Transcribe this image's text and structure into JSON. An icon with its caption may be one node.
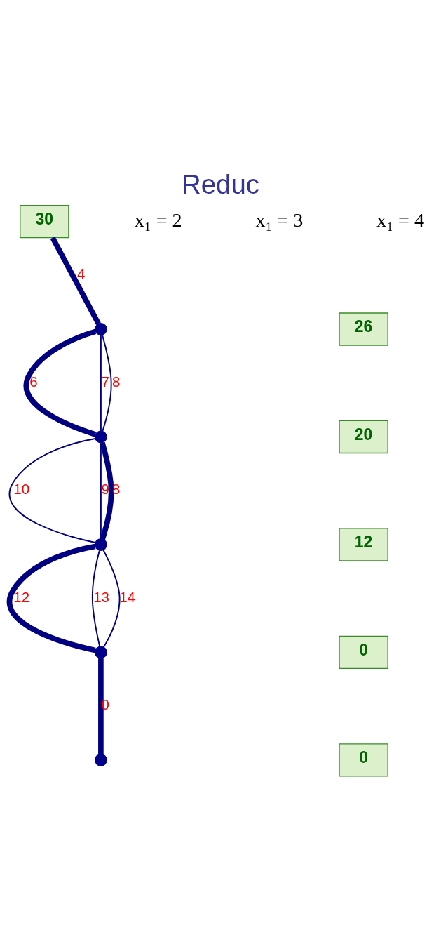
{
  "diagram": {
    "title": "Reduc",
    "nodes": [
      {
        "text": [
          "30"
        ]
      },
      {
        "text": [],
        "shape": "circle"
      },
      {
        "text": [
          "26"
        ]
      },
      {
        "text": [],
        "shape": "circle"
      },
      {
        "text": [
          "20"
        ]
      },
      {
        "text": [],
        "shape": "circle"
      },
      {
        "text": [
          "12"
        ]
      },
      {
        "text": [],
        "shape": "circle"
      },
      {
        "text": [
          "0"
        ]
      },
      {
        "text": [],
        "shape": "circle"
      },
      {
        "text": [
          "0"
        ]
      }
    ],
    "edges": [
      {
        "from": 0,
        "to": 1,
        "arrow": "none",
        "label": "4",
        "style": "thick"
      },
      {
        "from": 1,
        "to": 3,
        "arrow": "none",
        "label": "6",
        "style": "thick"
      },
      {
        "from": 1,
        "to": 3,
        "arrow": "none",
        "label": "7"
      },
      {
        "from": 1,
        "to": 3,
        "arrow": "none",
        "label": "8"
      },
      {
        "from": 3,
        "to": 5,
        "arrow": "none",
        "label": "10"
      },
      {
        "from": 3,
        "to": 5,
        "arrow": "none",
        "label": "9"
      },
      {
        "from": 3,
        "to": 5,
        "arrow": "none",
        "label": "8",
        "style": "thick"
      },
      {
        "from": 5,
        "to": 7,
        "arrow": "none",
        "label": "12",
        "style": "thick"
      },
      {
        "from": 5,
        "to": 7,
        "arrow": "none",
        "label": "13"
      },
      {
        "from": 5,
        "to": 7,
        "arrow": "none",
        "label": "14"
      },
      {
        "from": 7,
        "to": 9,
        "arrow": "none",
        "label": "0",
        "style": "thick"
      }
    ],
    "labels": [
      "x₁ = 2",
      "x₁ = 3",
      "x₁ = 4"
    ]
  }
}
